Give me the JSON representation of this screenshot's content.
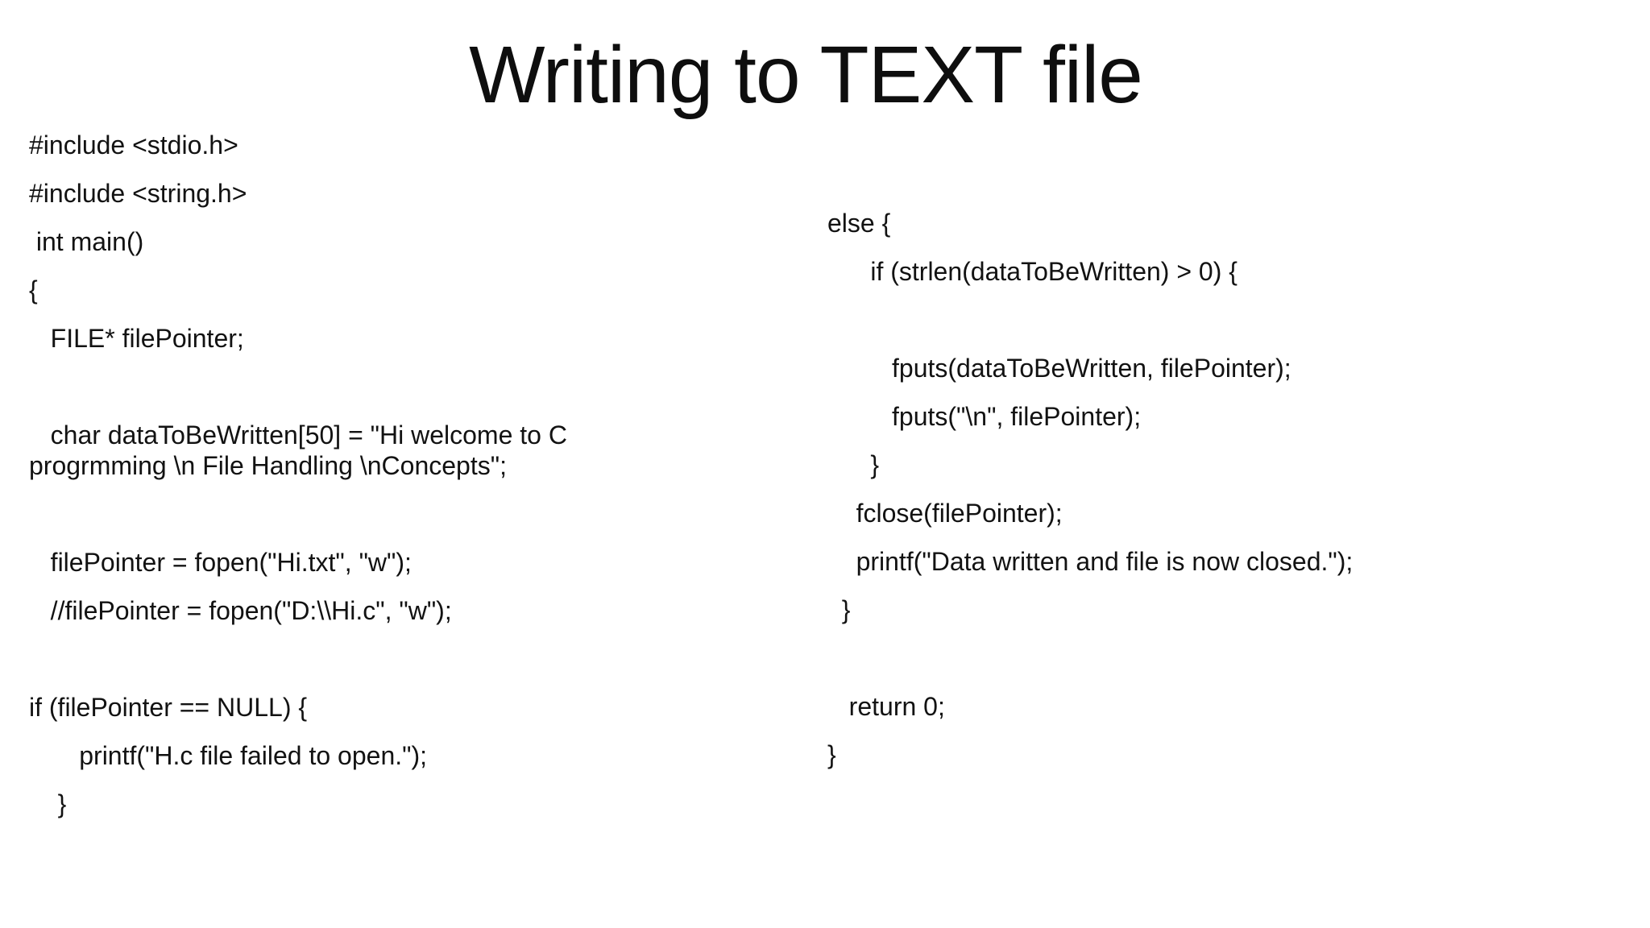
{
  "slide": {
    "title": "Writing to TEXT file",
    "background_color": "#ffffff",
    "text_color": "#121212",
    "left_column": {
      "lines": [
        {
          "text": "#include <stdio.h>"
        },
        {
          "text": "#include <string.h>"
        },
        {
          "text": " int main()"
        },
        {
          "text": "{"
        },
        {
          "text": "   FILE* filePointer;"
        },
        {
          "text": ""
        },
        {
          "text": "   char dataToBeWritten[50] = \"Hi welcome to C",
          "wrap_next": true
        },
        {
          "text": "progrmming \\n File Handling \\nConcepts\";"
        },
        {
          "text": ""
        },
        {
          "text": "   filePointer = fopen(\"Hi.txt\", \"w\");"
        },
        {
          "text": "   //filePointer = fopen(\"D:\\\\Hi.c\", \"w\");"
        },
        {
          "text": ""
        },
        {
          "text": "if (filePointer == NULL) {"
        },
        {
          "text": "       printf(\"H.c file failed to open.\");"
        },
        {
          "text": "    }"
        }
      ]
    },
    "right_column": {
      "lines": [
        {
          "text": "else {"
        },
        {
          "text": "      if (strlen(dataToBeWritten) > 0) {"
        },
        {
          "text": ""
        },
        {
          "text": "         fputs(dataToBeWritten, filePointer);"
        },
        {
          "text": "         fputs(\"\\n\", filePointer);"
        },
        {
          "text": "      }"
        },
        {
          "text": "    fclose(filePointer);"
        },
        {
          "text": "    printf(\"Data written and file is now closed.\");"
        },
        {
          "text": "  }"
        },
        {
          "text": ""
        },
        {
          "text": "   return 0;"
        },
        {
          "text": "}"
        }
      ]
    }
  }
}
